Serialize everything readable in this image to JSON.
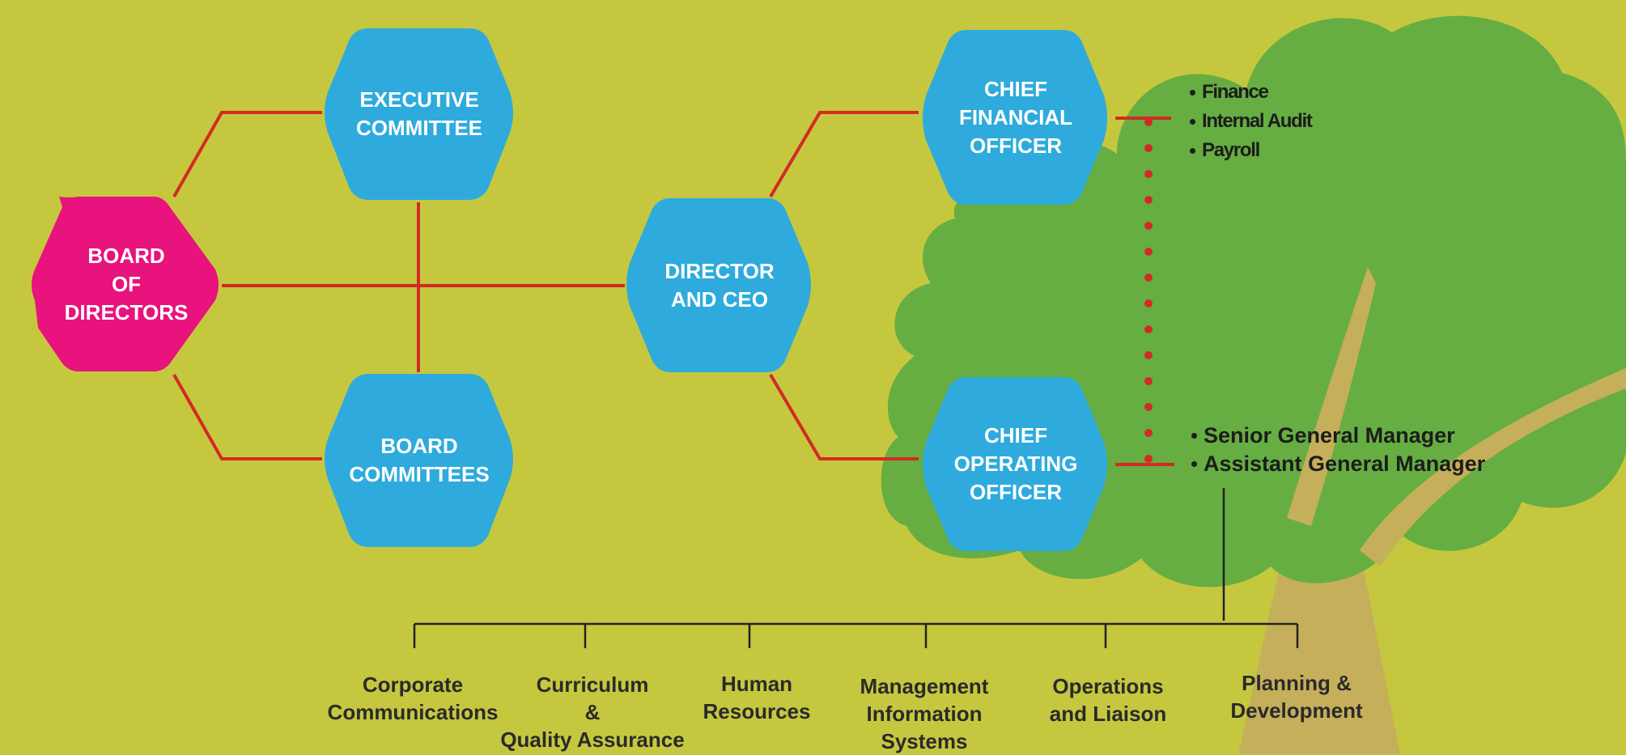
{
  "colors": {
    "background": "#c5c83e",
    "board_hex": "#e8137c",
    "hex": "#2eabdc",
    "connector": "#d32a24",
    "foliage": "#66ae42",
    "trunk": "#c6af5a",
    "dept_line": "#222222"
  },
  "nodes": {
    "board": {
      "label": "BOARD\nOF\nDIRECTORS"
    },
    "executive": {
      "label": "EXECUTIVE\nCOMMITTEE"
    },
    "committees": {
      "label": "BOARD\nCOMMITTEES"
    },
    "ceo": {
      "label": "DIRECTOR\nAND CEO"
    },
    "cfo": {
      "label": "CHIEF\nFINANCIAL\nOFFICER"
    },
    "coo": {
      "label": "CHIEF\nOPERATING\nOFFICER"
    }
  },
  "cfo_units": [
    "Finance",
    "Internal Audit",
    "Payroll"
  ],
  "coo_units": [
    "Senior General Manager",
    "Assistant General Manager"
  ],
  "departments": [
    "Corporate\nCommunications",
    "Curriculum\n&\nQuality Assurance",
    "Human\nResources",
    "Management\nInformation\nSystems",
    "Operations\nand Liaison",
    "Planning &\nDevelopment"
  ]
}
